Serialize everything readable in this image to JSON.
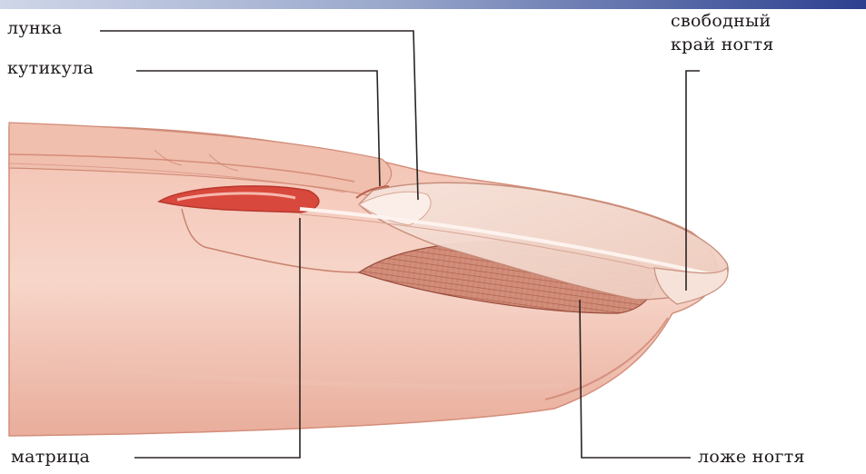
{
  "labels": {
    "lunula": "лунка",
    "cuticle": "кутикула",
    "free_edge_line1": "свободный",
    "free_edge_line2": "край ногтя",
    "matrix": "матрица",
    "nail_bed": "ложе ногтя"
  },
  "colors": {
    "skin_light": "#f6d3c6",
    "skin_mid": "#eab4a3",
    "skin_dark": "#d88a78",
    "matrix_red": "#d94a3e",
    "nail_plate": "#f3ddd4",
    "nail_bed_stripes": "#b86a58",
    "leader_line": "#2b2424",
    "top_bar": "#2c3f8f"
  }
}
